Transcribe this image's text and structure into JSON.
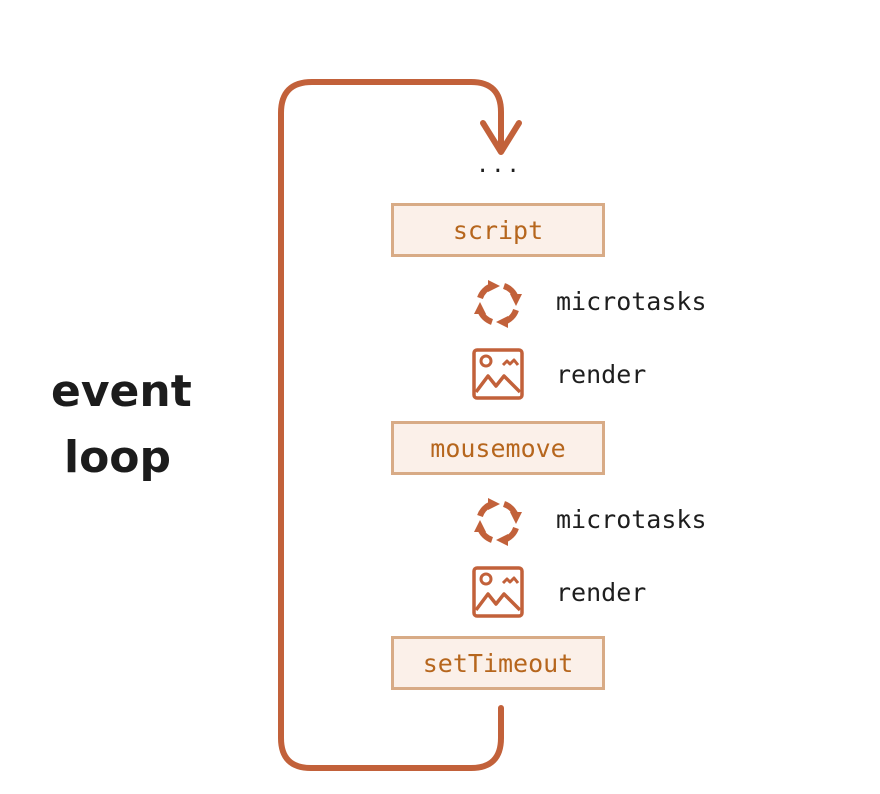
{
  "title": [
    "event",
    "loop"
  ],
  "ellipsis": "...",
  "colors": {
    "loop": "#c2613a",
    "box_border": "#d8ab86",
    "box_fill": "#fbf0e9",
    "box_text": "#b6661d"
  },
  "steps": [
    {
      "task": "script",
      "after": [
        {
          "icon": "refresh-icon",
          "label": "microtasks"
        },
        {
          "icon": "image-icon",
          "label": "render"
        }
      ]
    },
    {
      "task": "mousemove",
      "after": [
        {
          "icon": "refresh-icon",
          "label": "microtasks"
        },
        {
          "icon": "image-icon",
          "label": "render"
        }
      ]
    },
    {
      "task": "setTimeout",
      "after": []
    }
  ]
}
